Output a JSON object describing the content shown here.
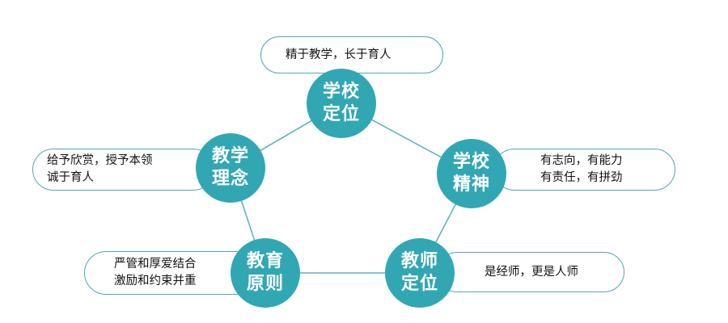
{
  "diagram": {
    "nodes": {
      "school_position": {
        "line1": "学校",
        "line2": "定位",
        "desc": "精于教学，长于育人"
      },
      "school_spirit": {
        "line1": "学校",
        "line2": "精神",
        "desc_line1": "有志向，有能力",
        "desc_line2": "有责任，有拼劲"
      },
      "teacher_position": {
        "line1": "教师",
        "line2": "定位",
        "desc": "是经师，更是人师"
      },
      "education_principle": {
        "line1": "教育",
        "line2": "原则",
        "desc_line1": "严管和厚爱结合",
        "desc_line2": "激励和约束并重"
      },
      "teaching_philosophy": {
        "line1": "教学",
        "line2": "理念",
        "desc_line1": "给予欣赏，授予本领",
        "desc_line2": "诚于育人"
      }
    },
    "colors": {
      "node": "#31a7b4",
      "edge": "#5eb4bd",
      "pill_border": "#4fa7b1"
    }
  }
}
